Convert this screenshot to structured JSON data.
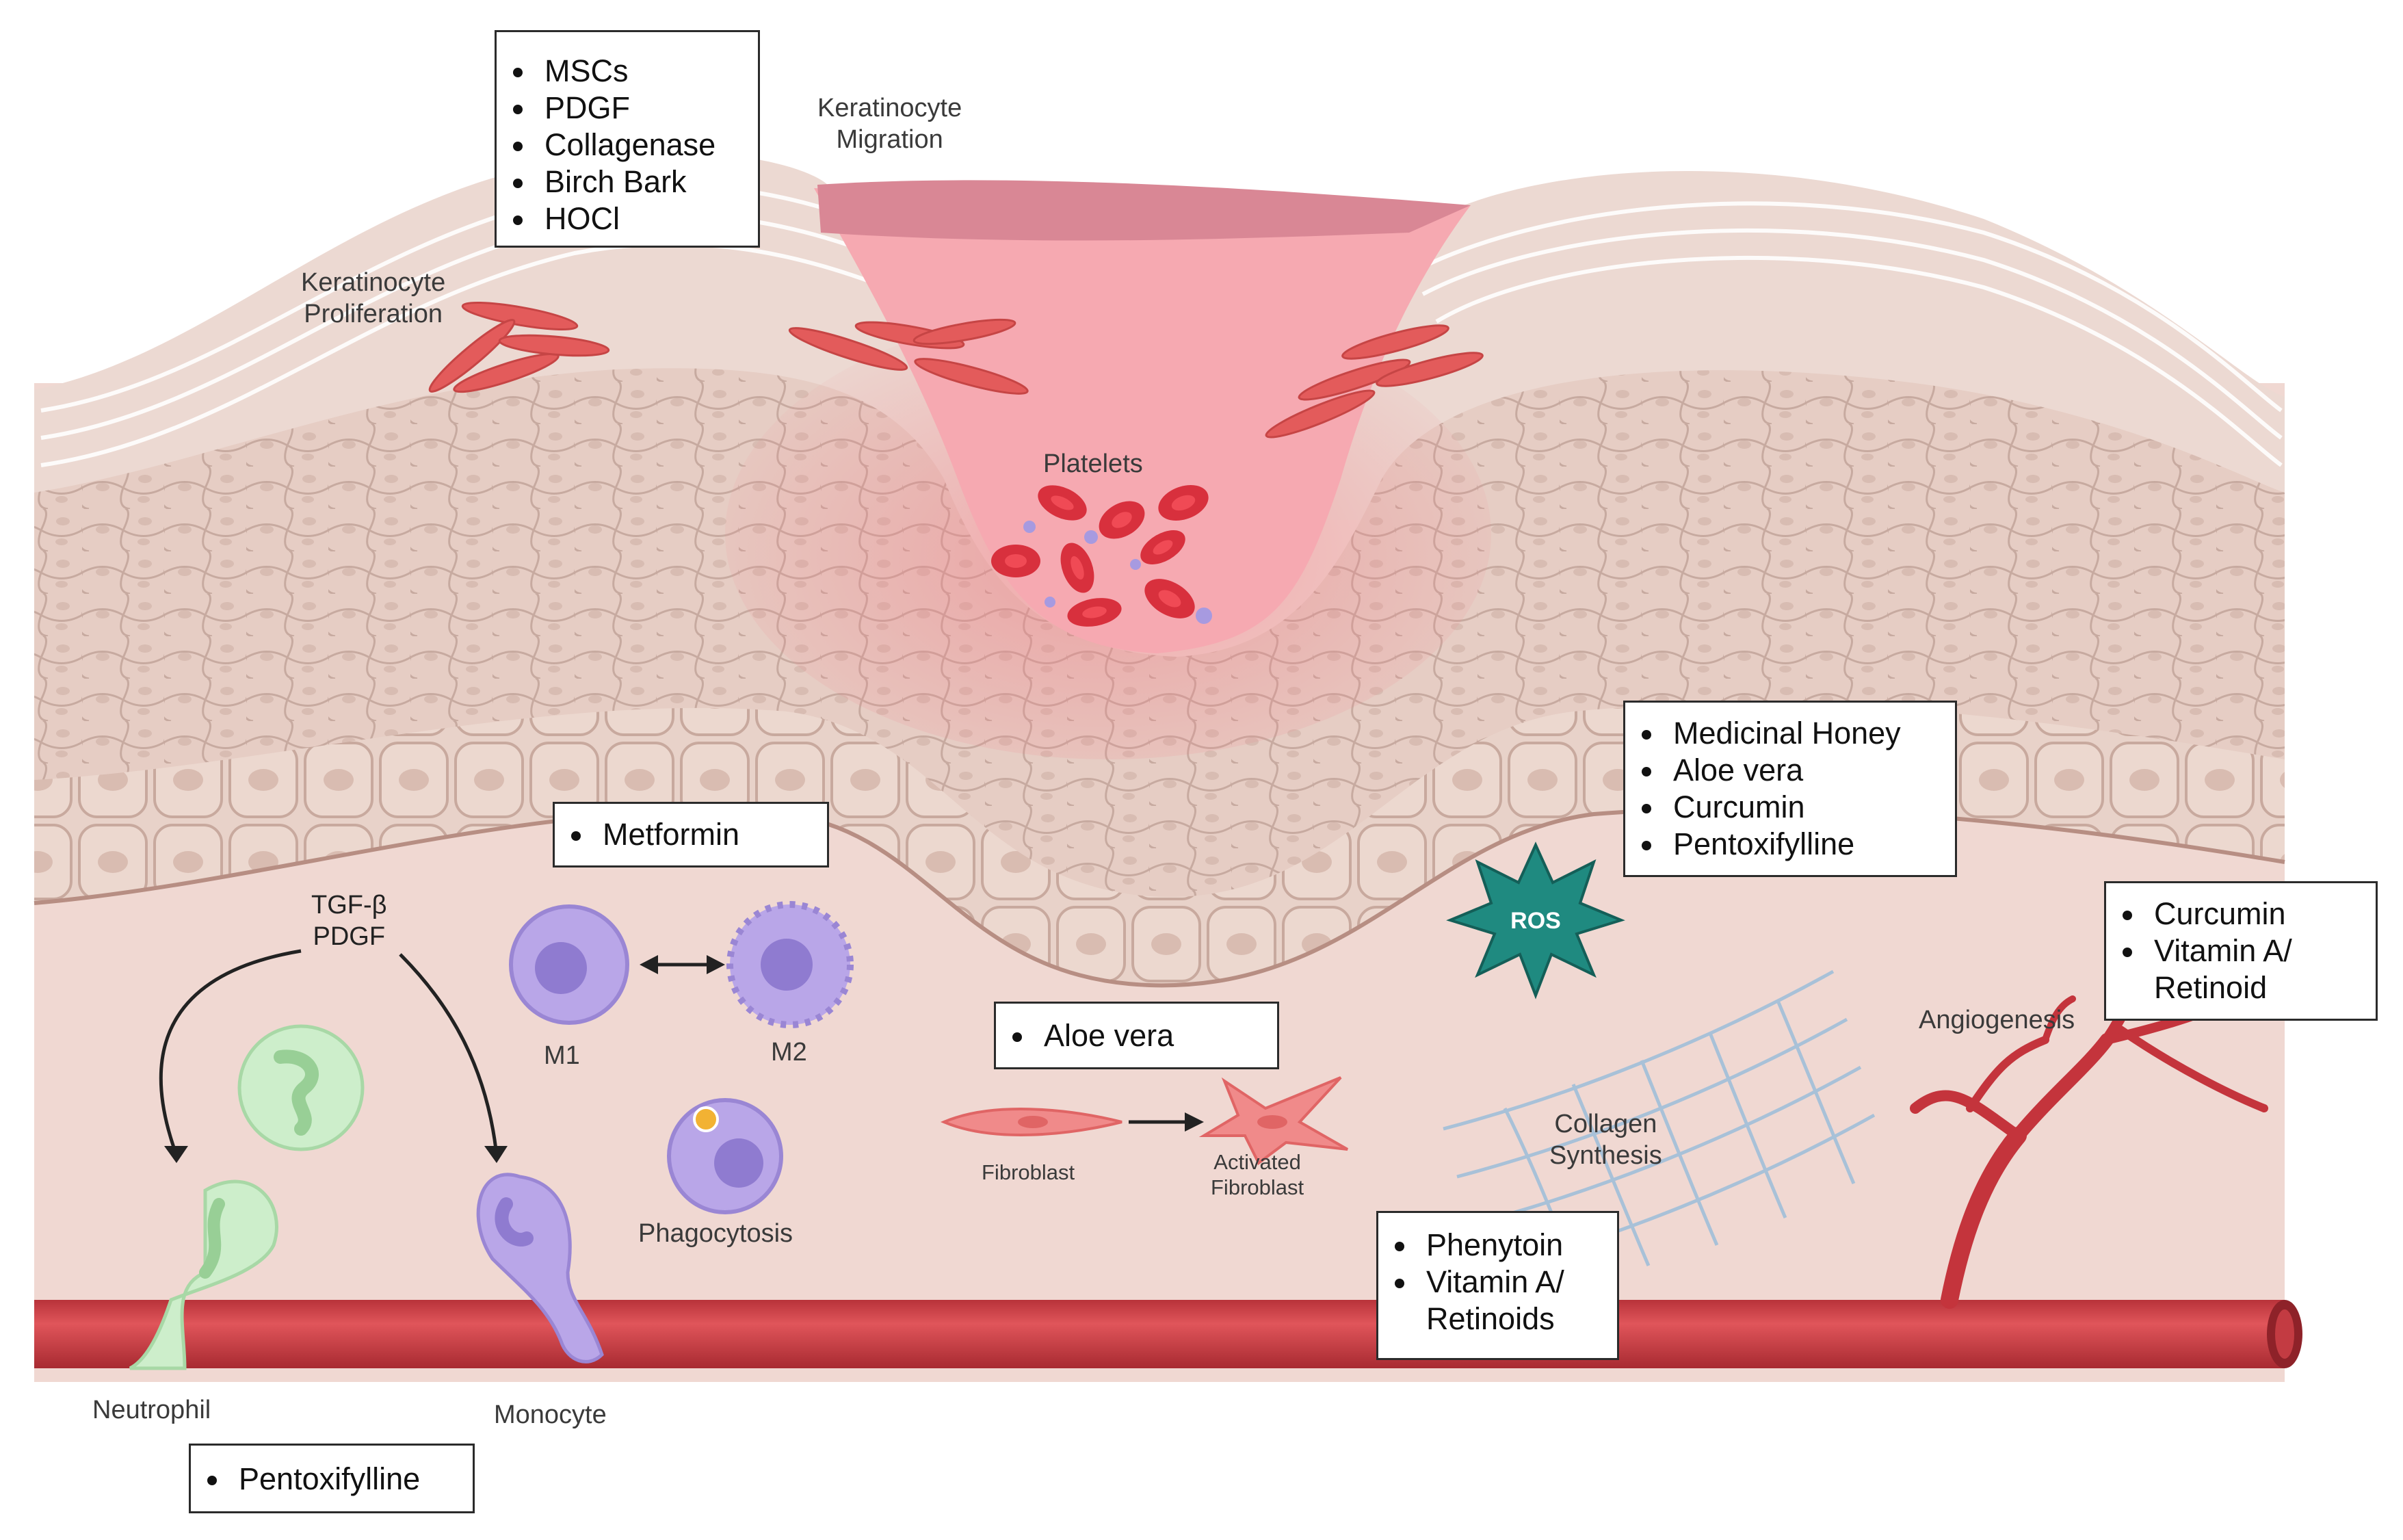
{
  "colors": {
    "dermis": "#f0d8d2",
    "skin_layers": "#e9d2ca",
    "epidermis_cells": "#e5ccc3",
    "wound": "#f6a9b1",
    "blood_vessel": "#d64a4f",
    "rbc": "#d8303d",
    "keratinocyte": "#e35b5b",
    "neutrophil": "#cdeecb",
    "macrophage": "#b9a6e8",
    "ros": "#1f8a80",
    "collagen": "#9fbcd6"
  },
  "boxes": {
    "top_left": [
      "MSCs",
      "PDGF",
      "Collagenase",
      "Birch Bark",
      "HOCl"
    ],
    "metformin": [
      "Metformin"
    ],
    "honey": [
      "Medicinal Honey",
      "Aloe vera",
      "Curcumin",
      "Pentoxifylline"
    ],
    "curcumin": [
      "Curcumin",
      "Vitamin A/ Retinoid"
    ],
    "aloe": [
      "Aloe vera"
    ],
    "phenytoin": [
      "Phenytoin",
      "Vitamin A/ Retinoids"
    ],
    "pentoxifylline": [
      "Pentoxifylline"
    ]
  },
  "labels": {
    "keratinocyte_migration": "Keratinocyte\nMigration",
    "keratinocyte_proliferation": "Keratinocyte\nProliferation",
    "platelets": "Platelets",
    "tgf": "TGF-β\nPDGF",
    "m1": "M1",
    "m2": "M2",
    "phagocytosis": "Phagocytosis",
    "fibroblast": "Fibroblast",
    "activated_fibroblast": "Activated\nFibroblast",
    "ros": "ROS",
    "collagen": "Collagen\nSynthesis",
    "angiogenesis": "Angiogenesis",
    "neutrophil": "Neutrophil",
    "monocyte": "Monocyte"
  },
  "icons": [
    "keratinocyte-icon",
    "red-blood-cell-icon",
    "platelet-icon",
    "neutrophil-icon",
    "monocyte-icon",
    "macrophage-icon",
    "fibroblast-icon",
    "ros-icon",
    "collagen-mesh-icon",
    "blood-vessel-icon",
    "arrow-icon"
  ]
}
